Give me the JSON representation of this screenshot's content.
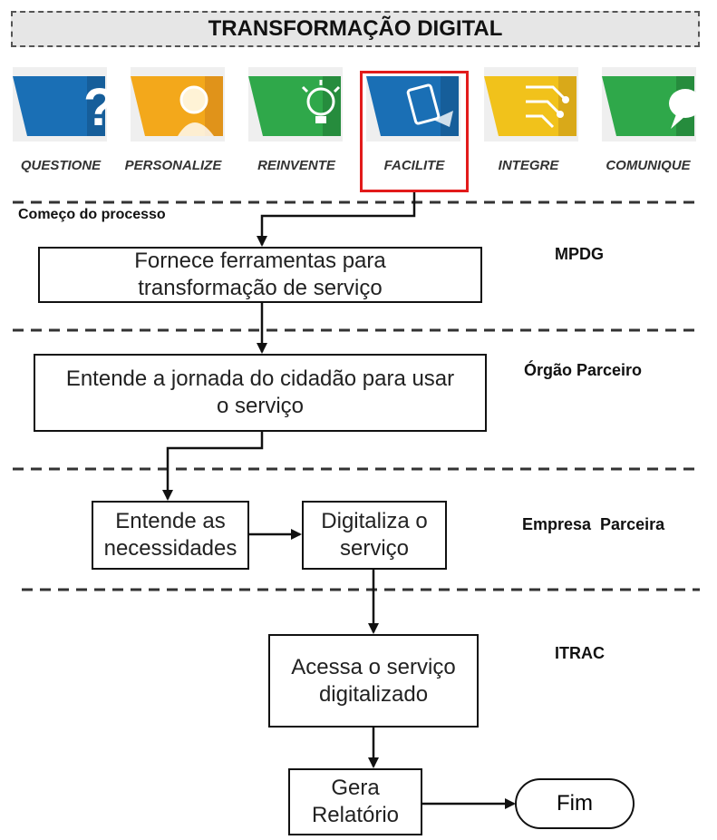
{
  "title": "TRANSFORMAÇÃO DIGITAL",
  "icons": [
    {
      "label": "QUESTIONE",
      "color": "#1a6fb5",
      "symbol": "question-icon"
    },
    {
      "label": "PERSONALIZE",
      "color": "#f3a81b",
      "symbol": "person-icon"
    },
    {
      "label": "REINVENTE",
      "color": "#2fa84a",
      "symbol": "lightbulb-icon"
    },
    {
      "label": "FACILITE",
      "color": "#1a6fb5",
      "symbol": "tablet-icon"
    },
    {
      "label": "INTEGRE",
      "color": "#f1c21b",
      "symbol": "circuit-icon"
    },
    {
      "label": "COMUNIQUE",
      "color": "#2fa84a",
      "symbol": "speech-bubble-icon"
    }
  ],
  "highlight_color": "#e21b1b",
  "start_label": "Começo do processo",
  "lanes": [
    {
      "label": "MPDG"
    },
    {
      "label": "Órgão Parceiro"
    },
    {
      "label": "Empresa  Parceira"
    },
    {
      "label": "ITRAC"
    }
  ],
  "steps": {
    "fornece": "Fornece ferramentas para transformação de serviço",
    "entende_jornada": "Entende a jornada do cidadão para usar o serviço",
    "entende_necessidades": "Entende as necessidades",
    "digitaliza": "Digitaliza o serviço",
    "acessa": "Acessa o serviço digitalizado",
    "gera": "Gera Relatório"
  },
  "end_label": "Fim"
}
